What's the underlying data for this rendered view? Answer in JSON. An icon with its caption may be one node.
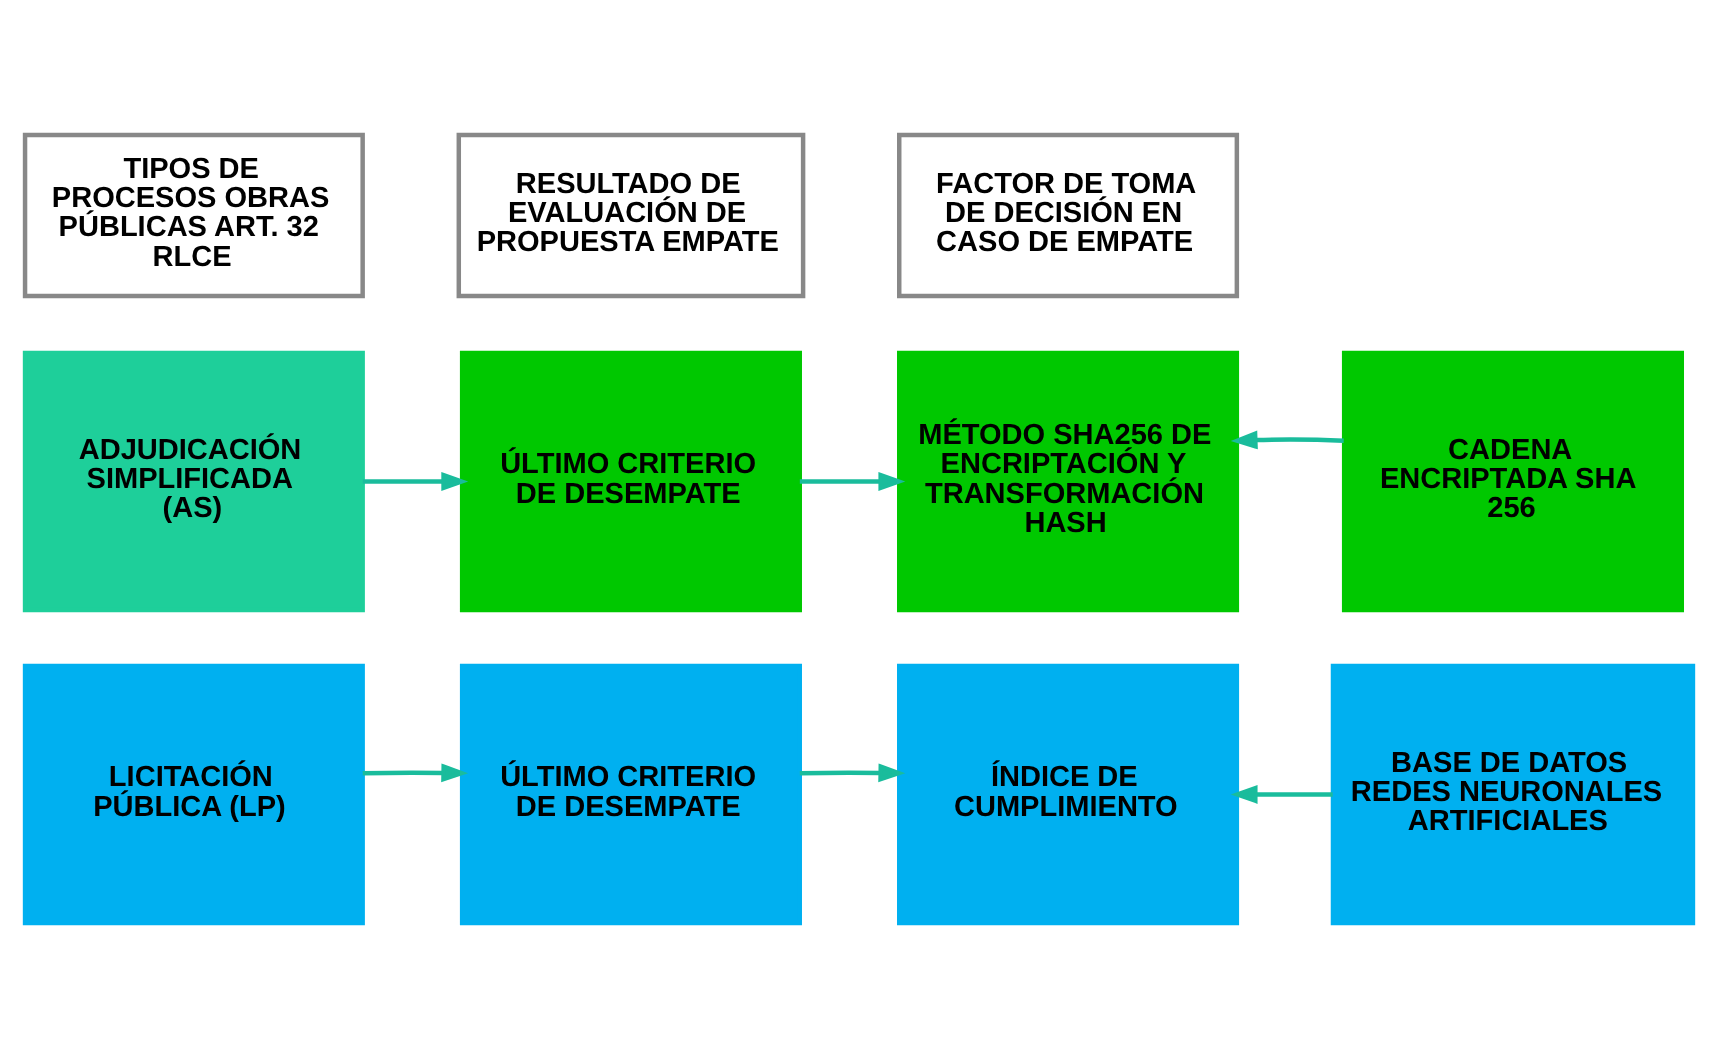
{
  "diagram": {
    "nodes": [
      {
        "text": [
          "TIPOS DE PROCESOS OBRAS PÚBLICAS ART. 32 RLCE"
        ]
      },
      {
        "text": [
          "RESULTADO DE EVALUACIÓN DE PROPUESTA EMPATE"
        ]
      },
      {
        "text": [
          "FACTOR DE TOMA DE DECISIÓN EN CASO DE EMPATE"
        ]
      },
      {
        "text": [
          "ADJUDICACIÓN SIMPLIFICADA (AS)"
        ]
      },
      {
        "text": [
          "ÚLTIMO CRITERIO  DE DESEMPATE"
        ]
      },
      {
        "text": [
          "MÉTODO SHA256 DE ENCRIPTACIÓN Y TRANSFORMACIÓN HASH"
        ]
      },
      {
        "text": [
          "CADENA ENCRIPTADA SHA 256"
        ]
      },
      {
        "text": [
          "LICITACIÓN PÚBLICA (LP)"
        ]
      },
      {
        "text": [
          "ÚLTIMO CRITERIO DE DESEMPATE"
        ]
      },
      {
        "text": [
          "ÍNDICE DE CUMPLIMIENTO"
        ]
      },
      {
        "text": [
          "BASE DE DATOS REDES NEURONALES ARTIFICIALES"
        ]
      }
    ],
    "edges": [
      {
        "from": 3,
        "to": 4,
        "arrow": "to"
      },
      {
        "from": 4,
        "to": 5,
        "arrow": "to"
      },
      {
        "from": 6,
        "to": 5,
        "arrow": "to"
      },
      {
        "from": 7,
        "to": 8,
        "arrow": "to"
      },
      {
        "from": 8,
        "to": 9,
        "arrow": "to"
      },
      {
        "from": 10,
        "to": 9,
        "arrow": "to"
      }
    ]
  }
}
